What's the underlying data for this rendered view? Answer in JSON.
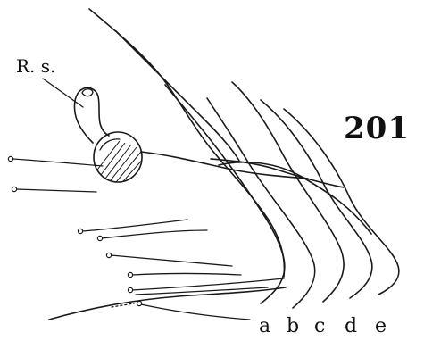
{
  "figure": {
    "number": "201",
    "receptaculum_label": "R. s.",
    "curve_labels": [
      "a",
      "b",
      "c",
      "d",
      "e"
    ]
  },
  "colors": {
    "ink": "#1a1a1a",
    "background": "#ffffff"
  }
}
